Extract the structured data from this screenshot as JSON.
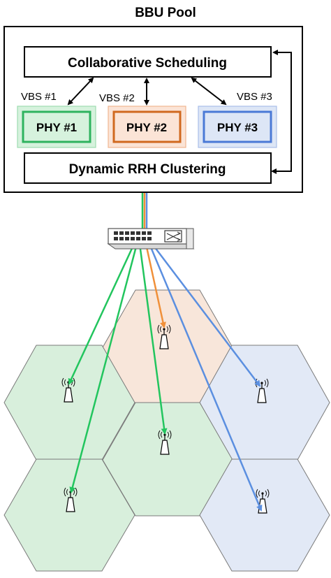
{
  "pool": {
    "title": "BBU Pool",
    "scheduler_label": "Collaborative Scheduling",
    "clustering_label": "Dynamic RRH Clustering"
  },
  "vbs": [
    {
      "label": "VBS #1",
      "phy": "PHY #1",
      "color": "#22c55e",
      "fill": "#d6f2dd",
      "box": "#2eb35e"
    },
    {
      "label": "VBS #2",
      "phy": "PHY #2",
      "color": "#f0903a",
      "fill": "#fbe4d6",
      "box": "#d0691f"
    },
    {
      "label": "VBS #3",
      "phy": "PHY #3",
      "color": "#5b8fe0",
      "fill": "#dde6f6",
      "box": "#4a79d6"
    }
  ],
  "network": {
    "switch_icon": "network-switch-icon",
    "antenna_icon": "rrh-antenna-icon"
  },
  "colors": {
    "cell_green": "#d8efdc",
    "cell_orange": "#f8e6da",
    "cell_blue": "#e2e9f6",
    "cell_stroke": "#7a7a7a"
  }
}
